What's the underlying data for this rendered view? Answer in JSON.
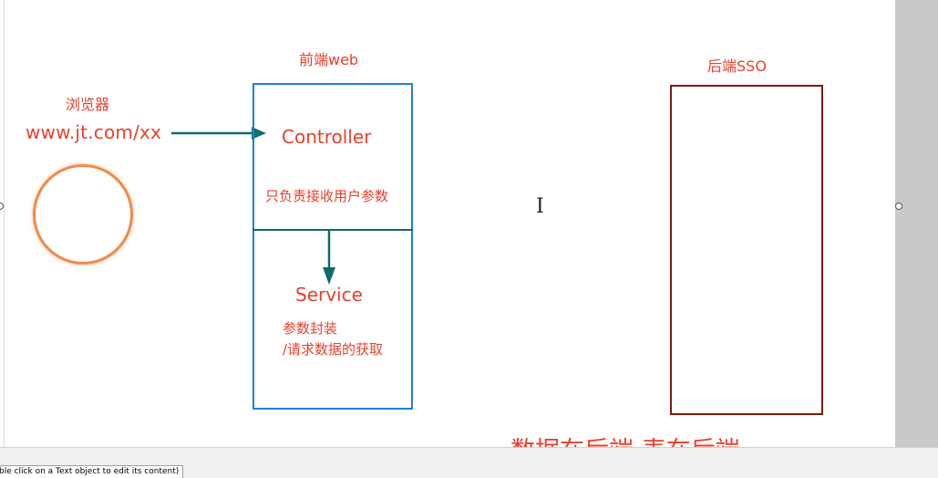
{
  "labels": {
    "browser": "浏览器",
    "url": "www.jt.com/xx",
    "frontend": "前端web",
    "backend": "后端SSO",
    "controller": "Controller",
    "controller_note": "只负责接收用户参数",
    "service": "Service",
    "service_note_1": "参数封装",
    "service_note_2": "/请求数据的获取",
    "caption": "数据在后端 表在后端"
  },
  "status": {
    "hint": "ble click on a Text object to edit its content)"
  },
  "colors": {
    "text_red": "#e8402c",
    "frontend_border": "#1f7fe0",
    "backend_border": "#7a1a10",
    "arrow": "#116b6b",
    "circle": "#f08a4b"
  }
}
